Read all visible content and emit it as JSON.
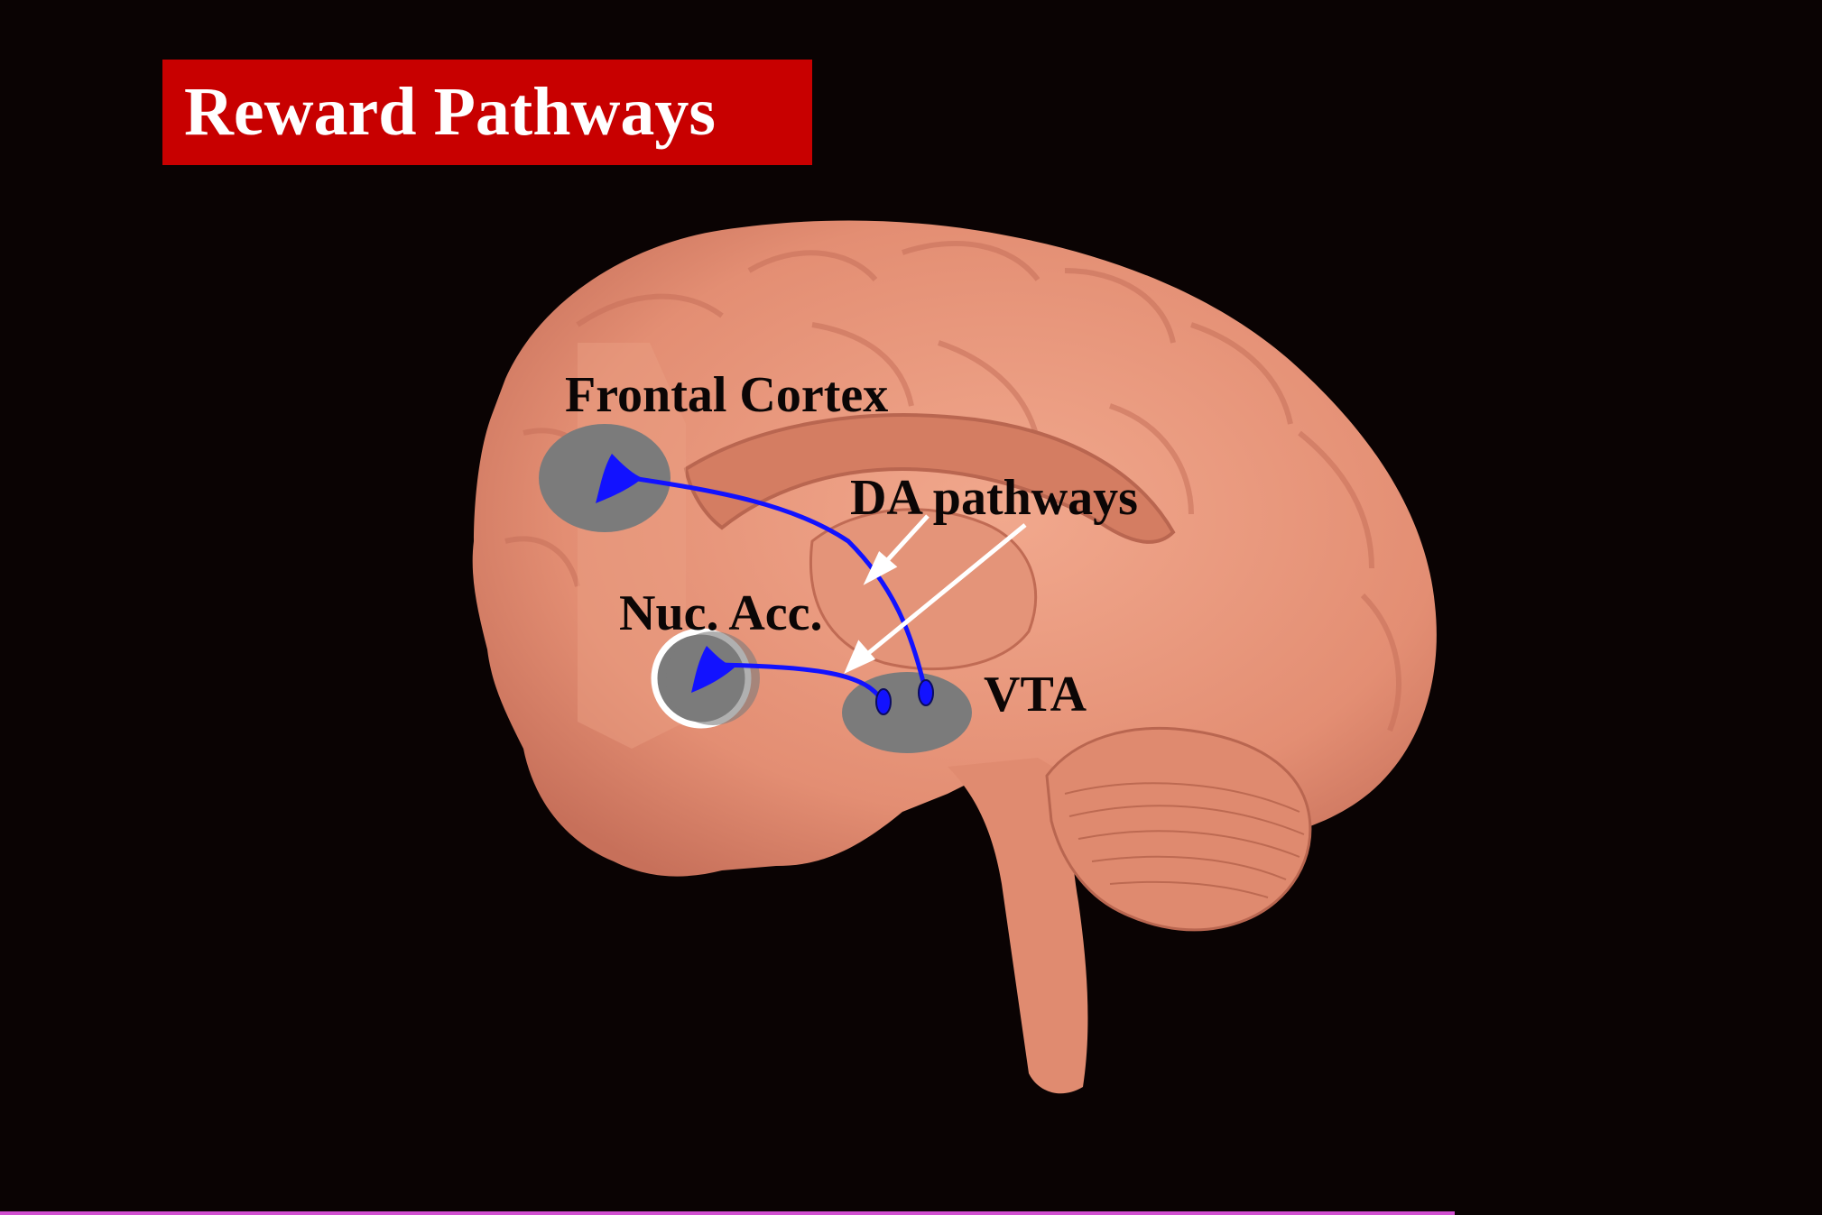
{
  "title": "Reward Pathways",
  "labels": {
    "frontal_cortex": "Frontal Cortex",
    "da_pathways": "DA pathways",
    "nucleus_accumbens": "Nuc. Acc.",
    "vta": "VTA"
  },
  "colors": {
    "background": "#0a0303",
    "title_bar": "#c80000",
    "brain": "#e7957a",
    "brain_shadow": "#b8624c",
    "region": "#7b7b7b",
    "pathway": "#1212ff",
    "arrow": "#ffffff"
  },
  "icons": {
    "neuron_frontal": "neuron-cell-body-icon",
    "neuron_nac": "neuron-cell-body-icon",
    "vta_neurons": "neuron-soma-pair-icon"
  }
}
